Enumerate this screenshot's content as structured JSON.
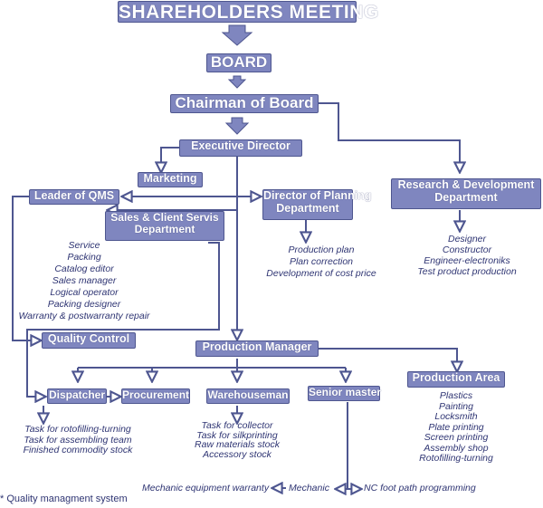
{
  "nodes": {
    "shareholders": "SHAREHOLDERS MEETING",
    "board": "BOARD",
    "chairman": "Chairman of Board",
    "executive": "Executive Director",
    "marketing": "Marketing",
    "rnd": [
      "Research & Development",
      "Department"
    ],
    "leader_qms": "Leader of QMS",
    "director_planning": [
      "Director of Planning",
      "Department"
    ],
    "sales": [
      "Sales & Client Servis",
      "Department"
    ],
    "quality_control": "Quality Control",
    "production_manager": "Production Manager",
    "production_area": "Production Area",
    "dispatcher": "Dispatcher",
    "procurement": "Procurement",
    "warehouseman": "Warehouseman",
    "senior_master": "Senior master"
  },
  "lists": {
    "rnd": [
      "Designer",
      "Constructor",
      "Engineer-electroniks",
      "Test product production"
    ],
    "planning": [
      "Production plan",
      "Plan correction",
      "Development of cost price"
    ],
    "sales": [
      "Service",
      "Packing",
      "Catalog editor",
      "Sales manager",
      "Logical operator",
      "Packing designer",
      "Warranty & postwarranty repair"
    ],
    "production_area": [
      "Plastics",
      "Painting",
      "Locksmith",
      "Plate printing",
      "Screen printing",
      "Assembly shop",
      "Rotofilling-turning"
    ],
    "dispatcher": [
      "Task for rotofilling-turning",
      "Task for assembling team",
      "Finished commodity stock"
    ],
    "warehouse": [
      "Task for collector",
      "Task for silkprinting",
      "Raw materials stock",
      "Accessory stock"
    ],
    "bottom": {
      "mechanic_warranty": "Mechanic equipment warranty",
      "mechanic": "Mechanic",
      "nc_programming": "NC foot path programming"
    }
  },
  "footnote": "* Quality managment system",
  "colors": {
    "box_fill": "#7f86bf",
    "box_border": "#4e568f",
    "line": "#4e5690",
    "text": "#2f3573"
  }
}
